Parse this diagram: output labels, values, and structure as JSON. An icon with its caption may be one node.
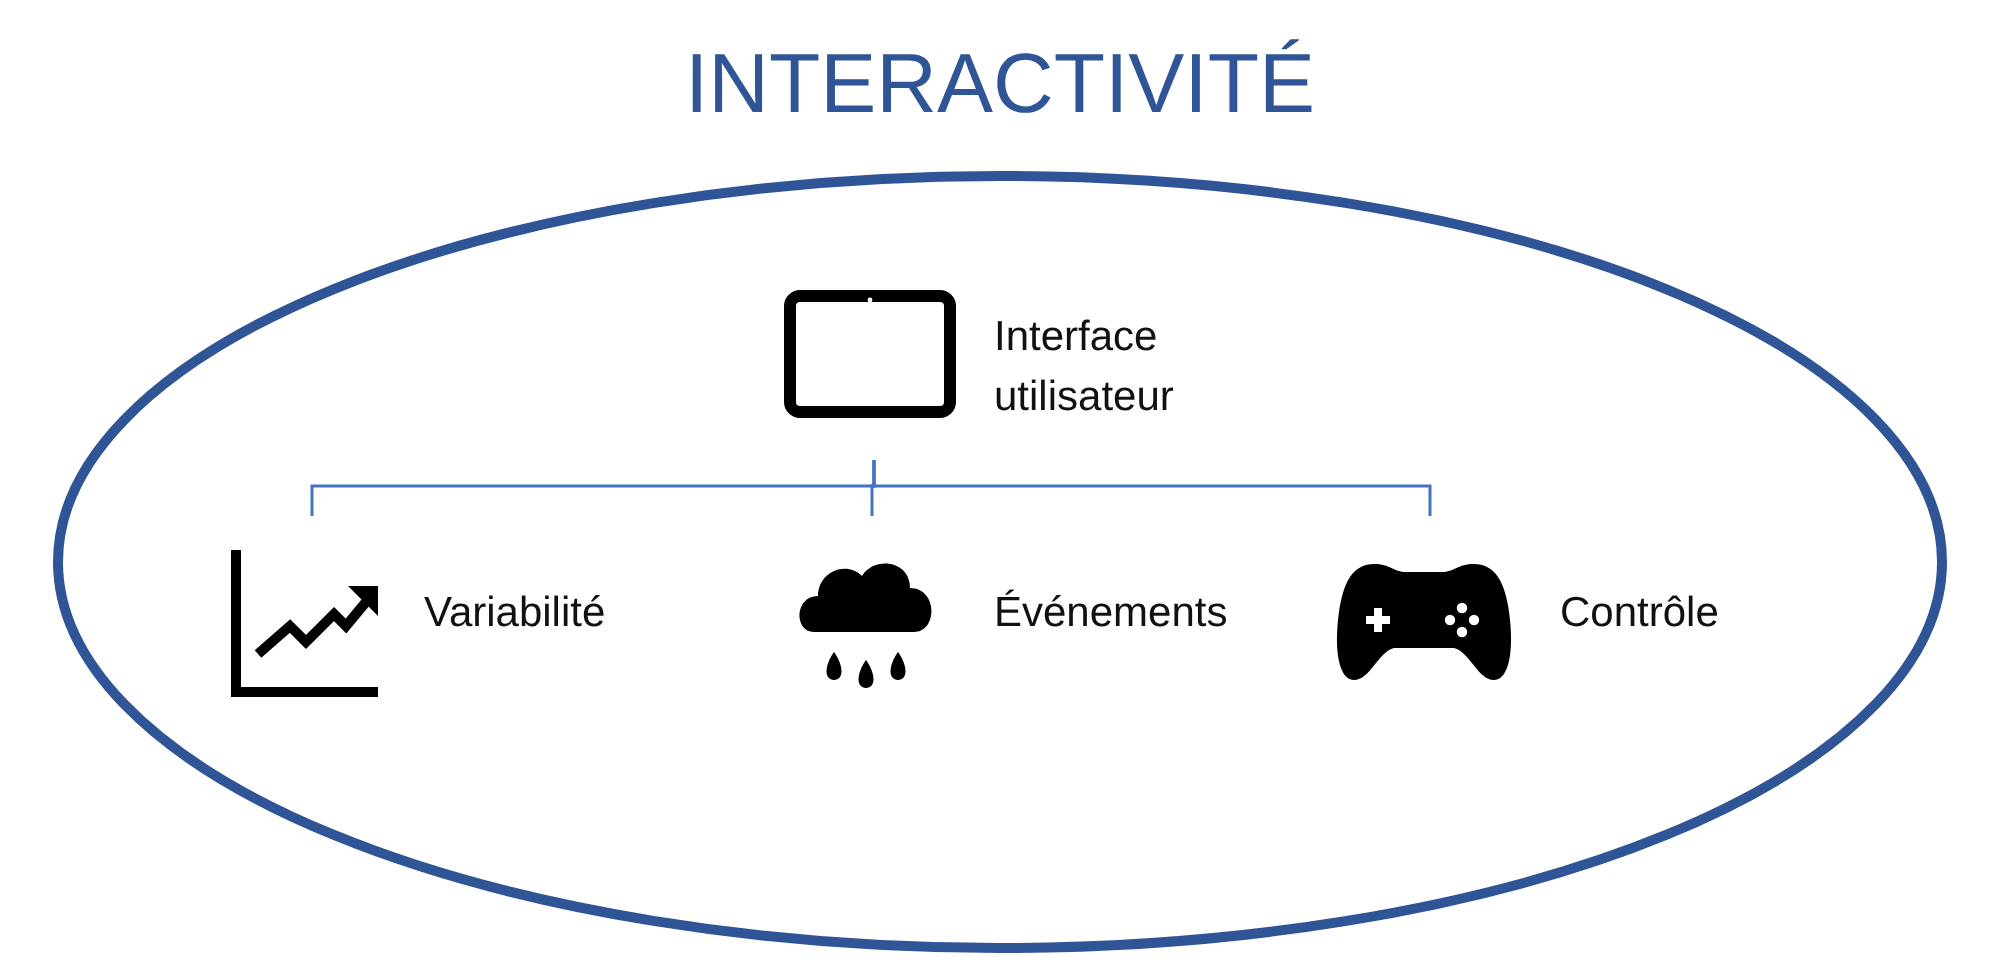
{
  "diagram": {
    "nodes": [
      {
        "text": [
          "INTERACTIVITÉ"
        ]
      },
      {
        "text": [
          "Interface utilisateur"
        ],
        "in": 0
      },
      {
        "text": [
          "Variabilité"
        ],
        "in": 0
      },
      {
        "text": [
          "Événements"
        ],
        "in": 0
      },
      {
        "text": [
          "Contrôle"
        ],
        "in": 0
      }
    ],
    "edges": [
      {
        "from": 1,
        "to": 2,
        "arrow": "none"
      },
      {
        "from": 1,
        "to": 3,
        "arrow": "none"
      },
      {
        "from": 1,
        "to": 4,
        "arrow": "none"
      }
    ]
  }
}
